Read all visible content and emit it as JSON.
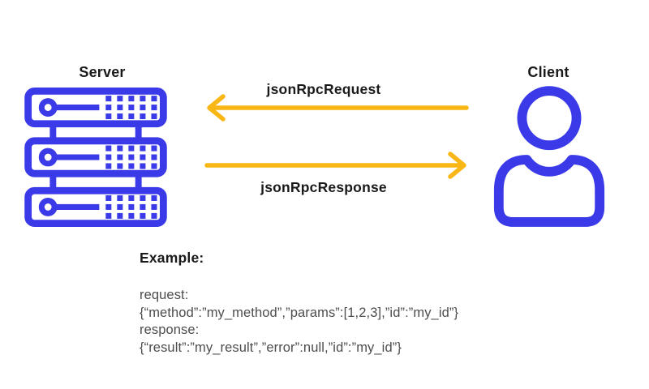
{
  "page": {
    "background": "#ffffff"
  },
  "colors": {
    "icon_blue": "#3A3AE8",
    "arrow_yellow": "#F9B715",
    "label_dark": "#1A1A1A",
    "code_gray": "#4D4D4D"
  },
  "server": {
    "label": "Server",
    "icon": "server-rack-icon"
  },
  "client": {
    "label": "Client",
    "icon": "person-icon"
  },
  "arrows": {
    "request": {
      "label": "jsonRpcRequest",
      "direction": "left",
      "from": "Client",
      "to": "Server"
    },
    "response": {
      "label": "jsonRpcResponse",
      "direction": "right",
      "from": "Server",
      "to": "Client"
    }
  },
  "example": {
    "title": "Example:",
    "lines": [
      "request:",
      "{“method”:”my_method”,”params”:[1,2,3],”id”:”my_id”}",
      "response:",
      "{“result”:”my_result”,”error”:null,”id”:”my_id”}"
    ]
  }
}
